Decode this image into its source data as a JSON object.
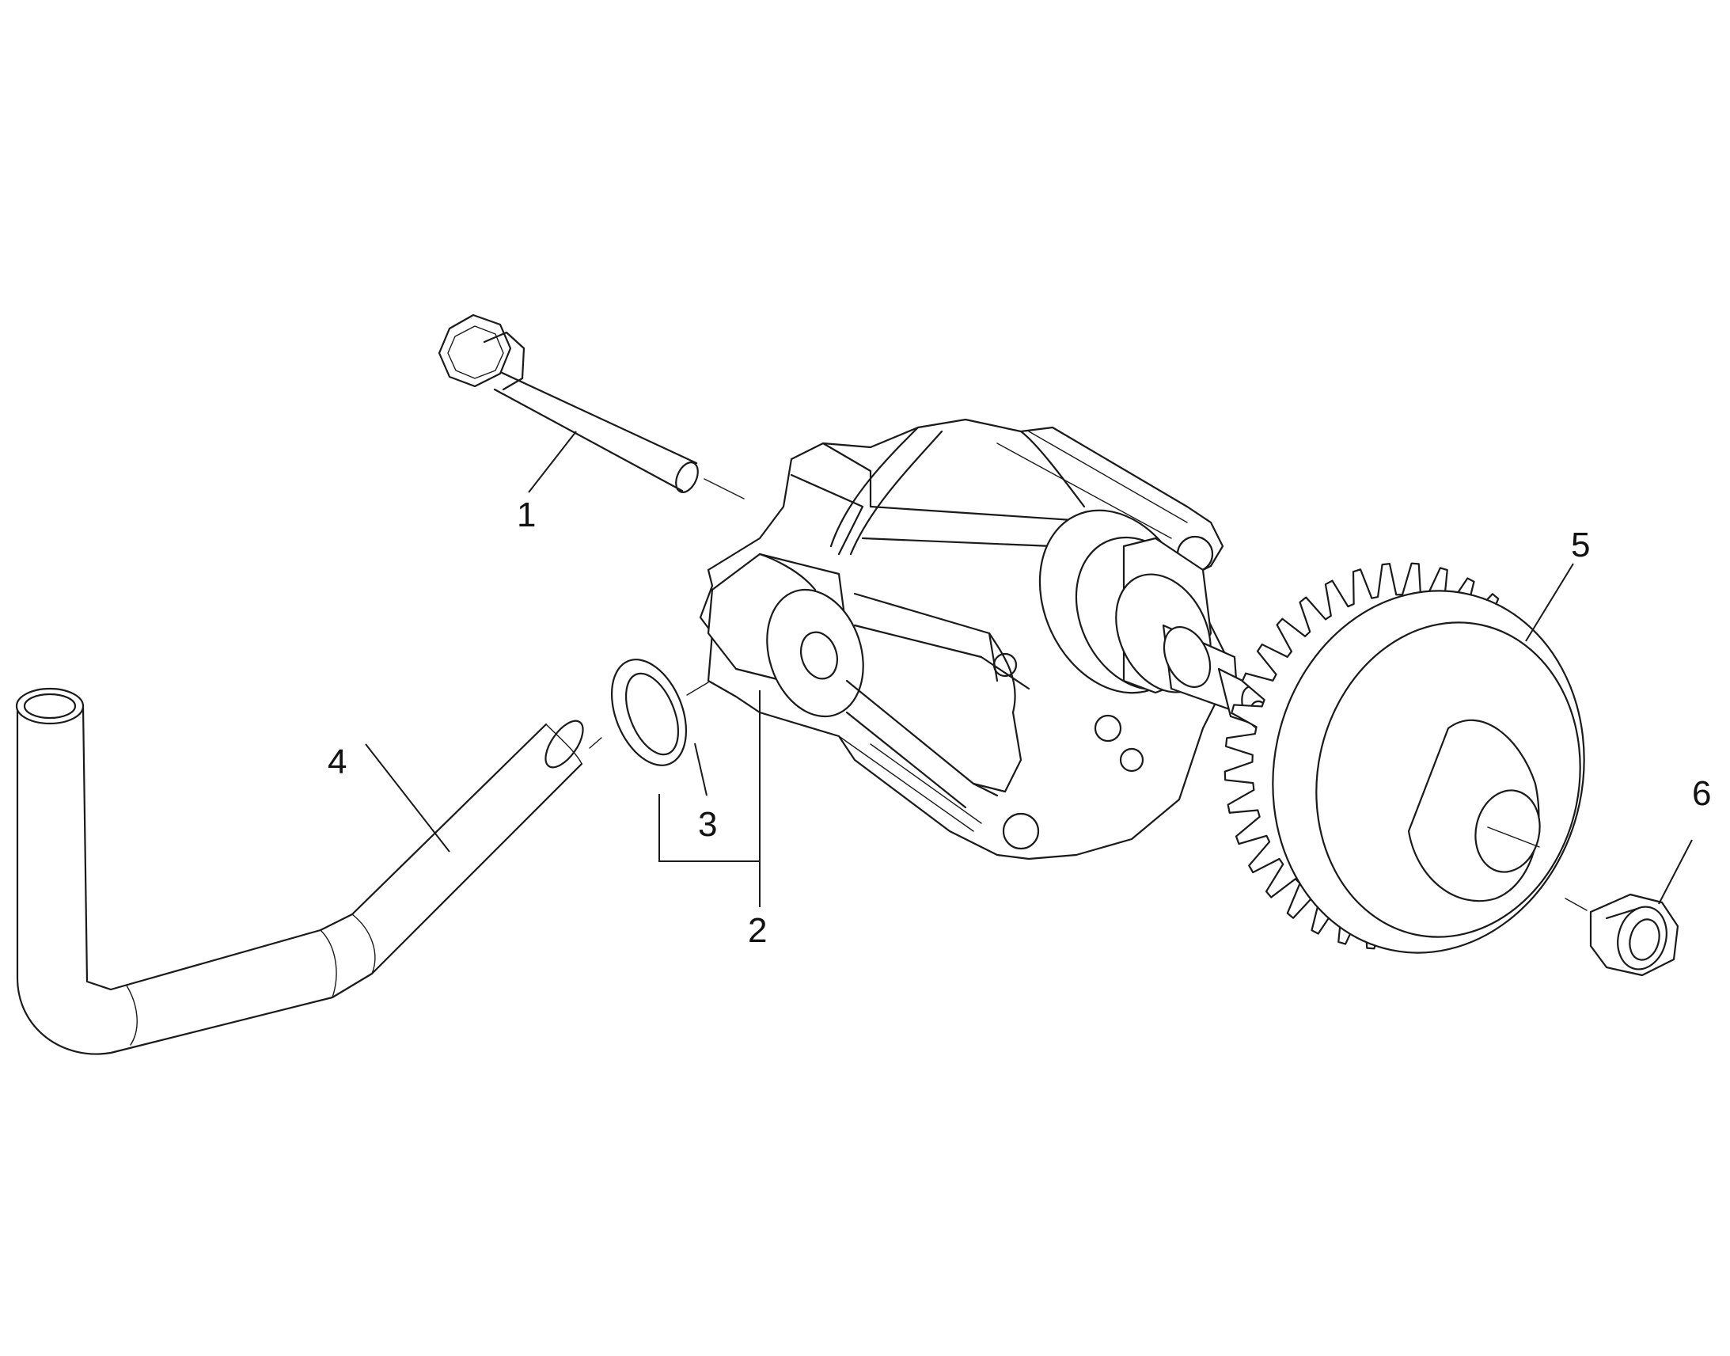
{
  "colors": {
    "line": "#1a1a1a",
    "background": "#ffffff"
  },
  "callouts": [
    {
      "id": "1",
      "label": "1"
    },
    {
      "id": "2",
      "label": "2"
    },
    {
      "id": "3",
      "label": "3"
    },
    {
      "id": "4",
      "label": "4"
    },
    {
      "id": "5",
      "label": "5"
    },
    {
      "id": "6",
      "label": "6"
    }
  ]
}
